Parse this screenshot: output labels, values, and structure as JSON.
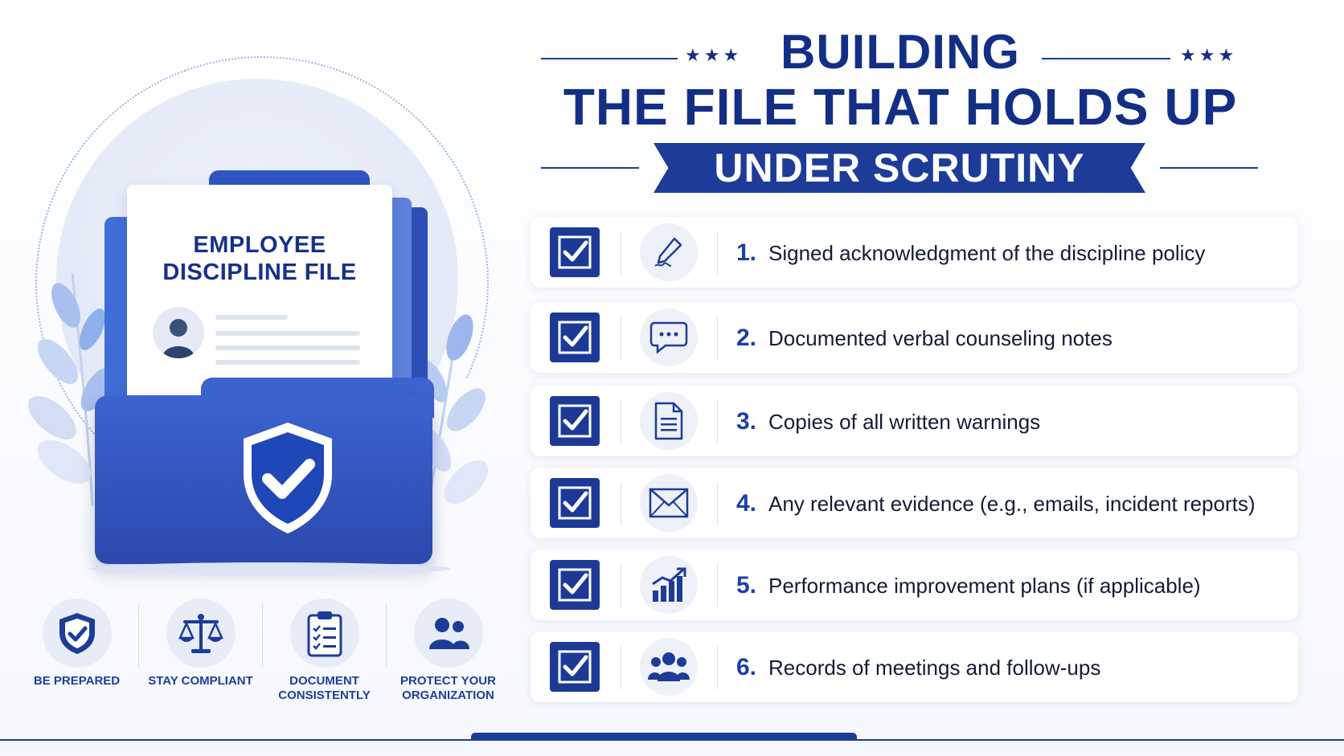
{
  "title": {
    "line1": "BUILDING",
    "line2": "THE FILE THAT HOLDS UP",
    "banner": "UNDER SCRUTINY",
    "stars": "★★★"
  },
  "illustration": {
    "document_title_line1": "EMPLOYEE",
    "document_title_line2": "DISCIPLINE FILE"
  },
  "benefits": [
    {
      "label": "BE PREPARED",
      "icon": "shield-check-icon"
    },
    {
      "label": "STAY COMPLIANT",
      "icon": "scales-icon"
    },
    {
      "label": "DOCUMENT CONSISTENTLY",
      "icon": "clipboard-checklist-icon"
    },
    {
      "label": "PROTECT YOUR ORGANIZATION",
      "icon": "people-group-icon"
    }
  ],
  "checklist": [
    {
      "number": "1.",
      "text": "Signed acknowledgment of the discipline policy",
      "icon": "signature-pen-icon",
      "checked": true
    },
    {
      "number": "2.",
      "text": "Documented verbal counseling notes",
      "icon": "speech-bubble-icon",
      "checked": true
    },
    {
      "number": "3.",
      "text": "Copies of all written warnings",
      "icon": "document-icon",
      "checked": true
    },
    {
      "number": "4.",
      "text": "Any relevant evidence (e.g., emails, incident reports)",
      "icon": "envelope-icon",
      "checked": true
    },
    {
      "number": "5.",
      "text": "Performance improvement plans (if applicable)",
      "icon": "growth-chart-icon",
      "checked": true
    },
    {
      "number": "6.",
      "text": "Records of meetings and follow-ups",
      "icon": "people-group-icon",
      "checked": true
    }
  ],
  "colors": {
    "primary": "#1d3c98",
    "accent": "#3d63cf",
    "text": "#141c33"
  }
}
